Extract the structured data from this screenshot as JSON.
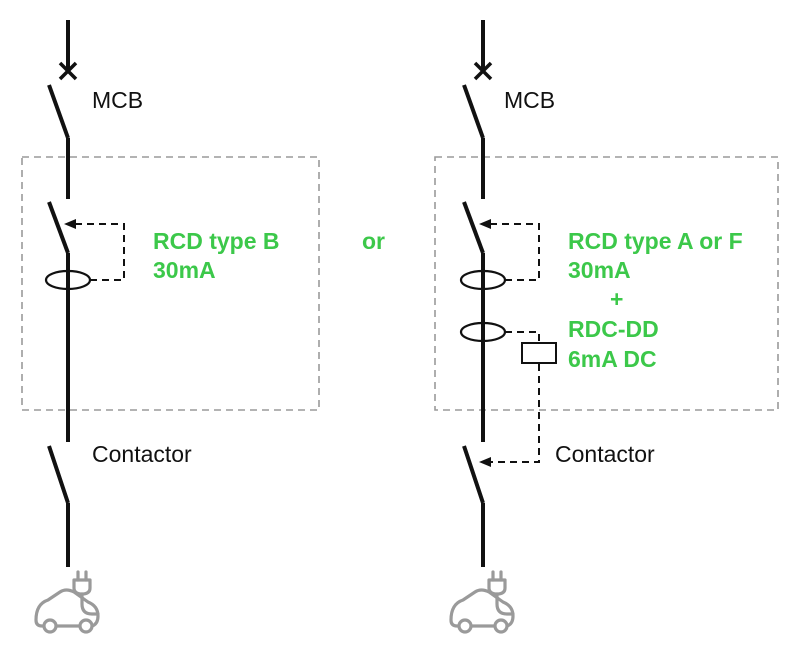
{
  "left": {
    "mcb_label": "MCB",
    "rcd_line1": "RCD type B",
    "rcd_line2": "30mA",
    "contactor_label": "Contactor"
  },
  "separator": "or",
  "right": {
    "mcb_label": "MCB",
    "rcd_line1": "RCD type A or F",
    "rcd_line2": "30mA",
    "plus": "+",
    "rdc_line1": "RDC-DD",
    "rdc_line2": "6mA DC",
    "contactor_label": "Contactor"
  },
  "colors": {
    "accent_green": "#3cc84a",
    "line": "#111111",
    "box_border": "#9a9a9a",
    "ev_icon": "#9a9a9a"
  },
  "icons": [
    "ev-charging-icon",
    "ev-charging-icon"
  ]
}
